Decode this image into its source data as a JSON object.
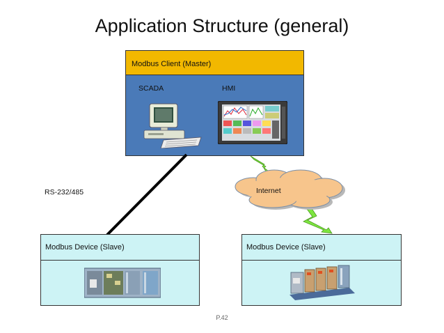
{
  "title": "Application Structure (general)",
  "master": {
    "header": "Modbus Client (Master)",
    "scada_label": "SCADA",
    "hmi_label": "HMI"
  },
  "connections": {
    "serial_label": "RS-232/485",
    "cloud_label": "Internet"
  },
  "slaves": [
    {
      "header": "Modbus Device (Slave)"
    },
    {
      "header": "Modbus Device (Slave)"
    }
  ],
  "page_number": "P.42",
  "icons": [
    "computer-icon",
    "hmi-panel-icon",
    "cloud-icon",
    "lightning-icon",
    "io-module-icon"
  ],
  "colors": {
    "master_header": "#f2b800",
    "master_body": "#4a7ab8",
    "slave_fill": "#cdf3f5",
    "cloud": "#f7c58c",
    "lightning": "#7ee640",
    "serial_line": "#000000"
  }
}
